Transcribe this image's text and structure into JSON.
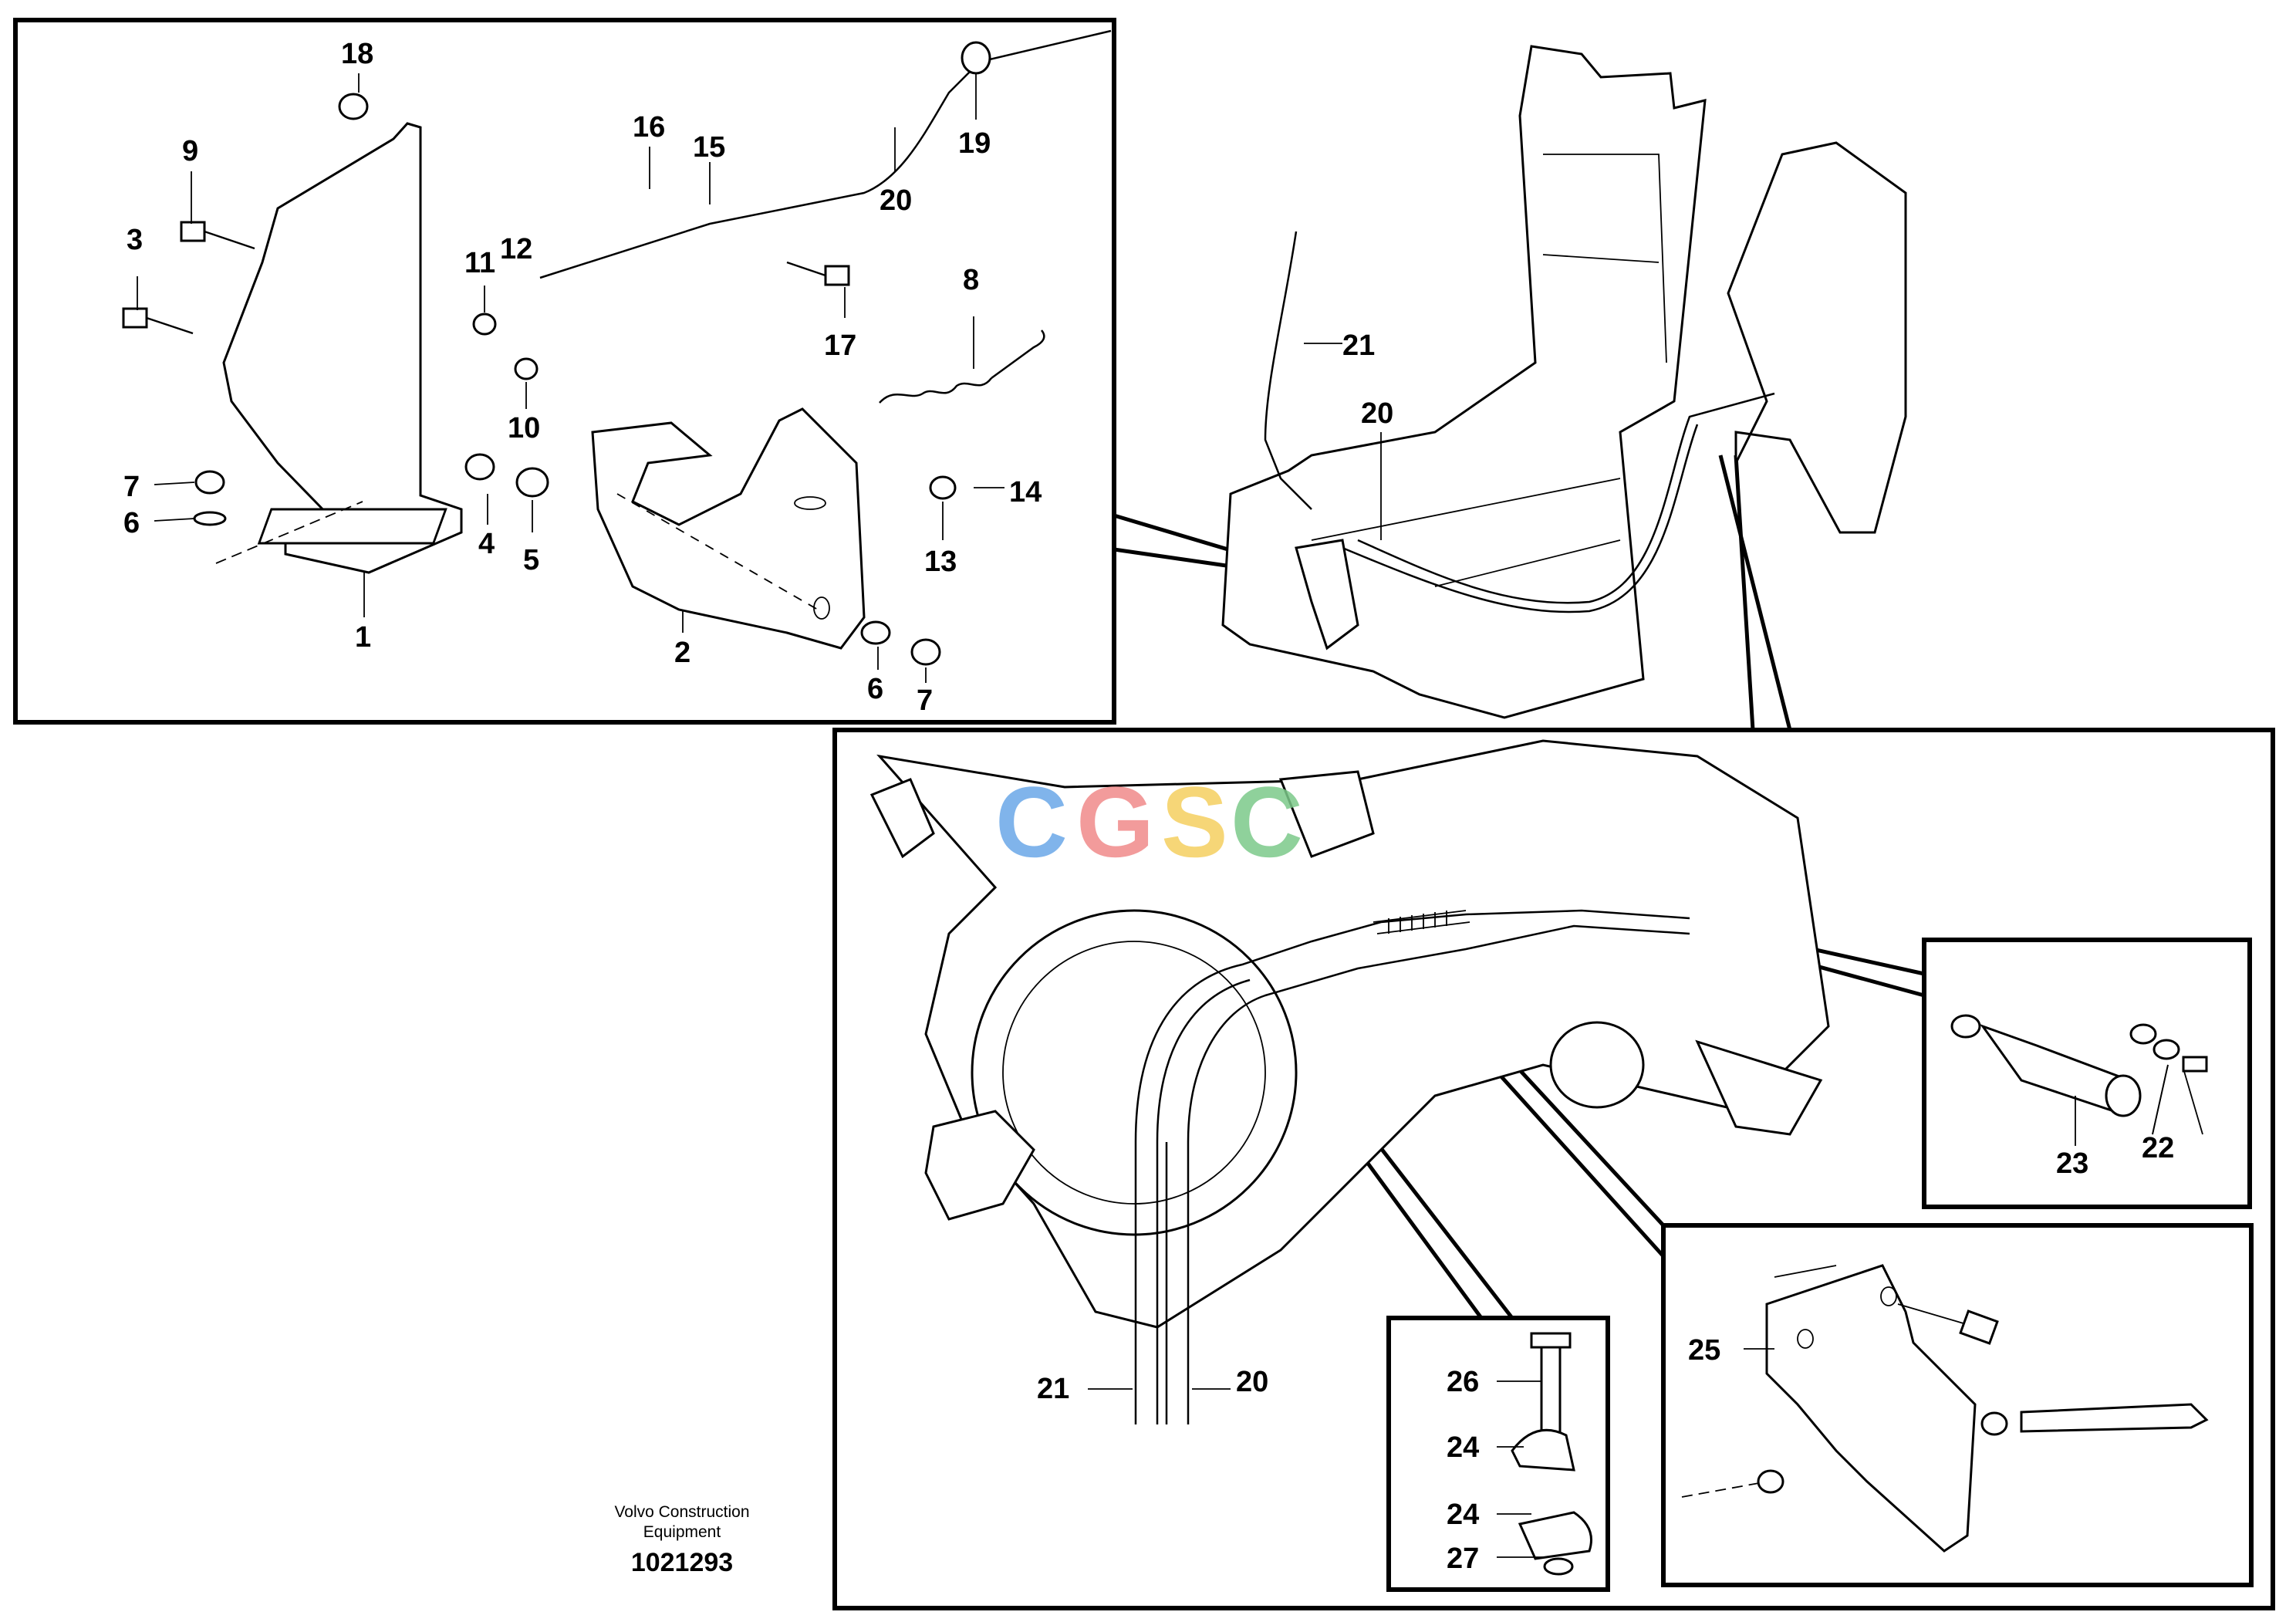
{
  "callouts": {
    "c1": "1",
    "c2": "2",
    "c3": "3",
    "c4": "4",
    "c5": "5",
    "c6a": "6",
    "c6b": "6",
    "c7a": "7",
    "c7b": "7",
    "c8": "8",
    "c9": "9",
    "c10": "10",
    "c11": "11",
    "c12": "12",
    "c13": "13",
    "c14": "14",
    "c15": "15",
    "c16": "16",
    "c17": "17",
    "c18": "18",
    "c19": "19",
    "c20a": "20",
    "c20b": "20",
    "c20c": "20",
    "c21a": "21",
    "c21b": "21",
    "c22": "22",
    "c23": "23",
    "c24a": "24",
    "c24b": "24",
    "c25": "25",
    "c26": "26",
    "c27": "27"
  },
  "footer": {
    "company_line1": "Volvo Construction",
    "company_line2": "Equipment",
    "drawing_number": "1021293"
  },
  "watermark": "CGSC",
  "colors": {
    "watermark_c1": "#6aa8e8",
    "watermark_g": "#f08a8a",
    "watermark_s": "#f5d060",
    "watermark_c2": "#7cc98a"
  }
}
